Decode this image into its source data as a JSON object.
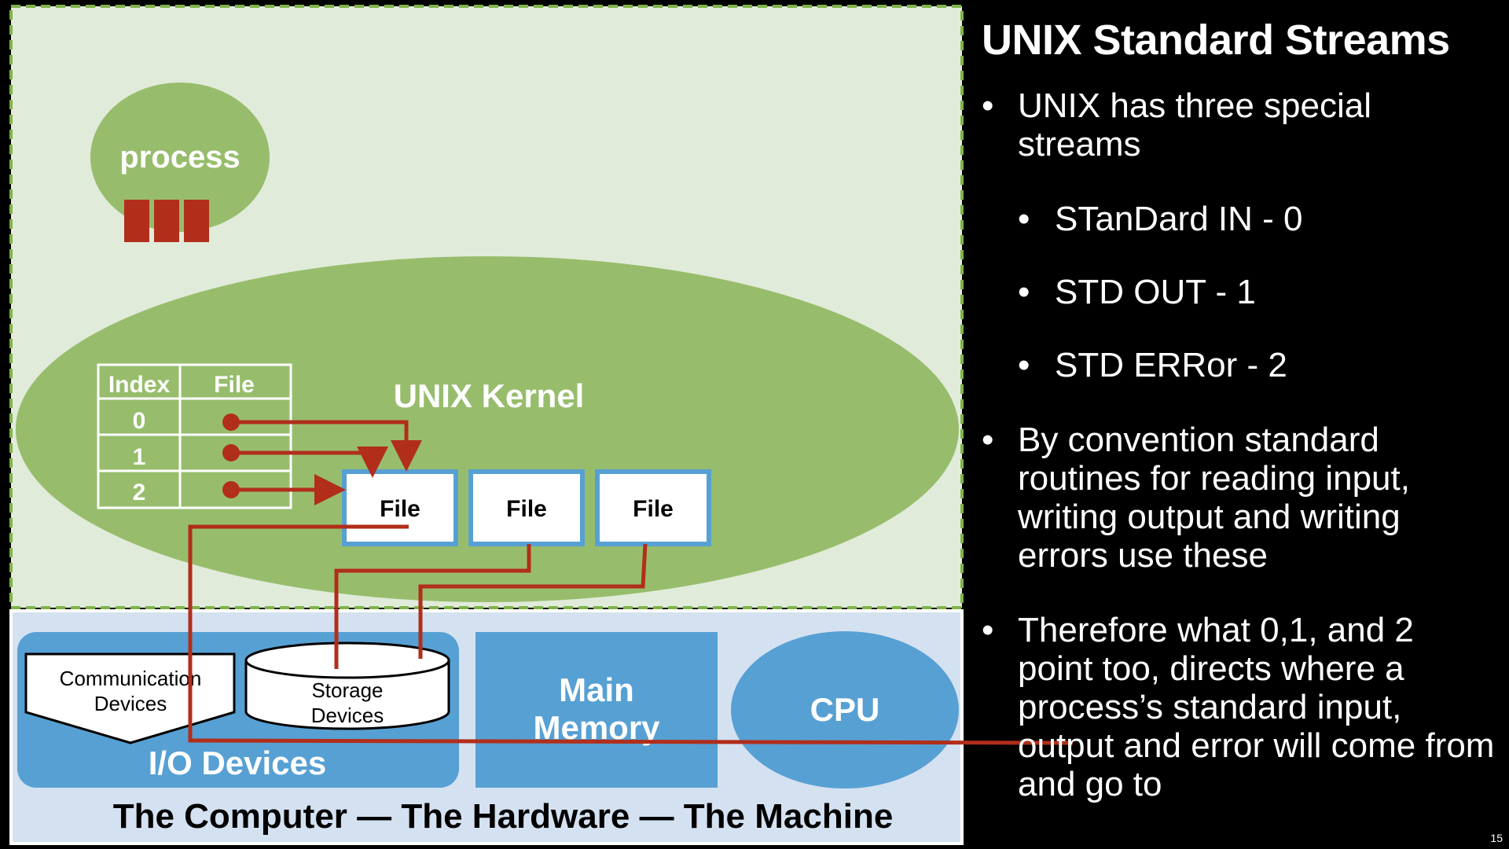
{
  "slide": {
    "title": "UNIX Standard Streams",
    "page_number": "15"
  },
  "diagram": {
    "process_label": "process",
    "kernel_label": "UNIX Kernel",
    "fd_table": {
      "headers": [
        "Index",
        "File"
      ],
      "rows": [
        "0",
        "1",
        "2"
      ]
    },
    "files": [
      "File",
      "File",
      "File"
    ],
    "hardware": {
      "caption": "The Computer — The Hardware — The Machine",
      "io_label": "I/O Devices",
      "comm_line1": "Communication",
      "comm_line2": "Devices",
      "storage_line1": "Storage",
      "storage_line2": "Devices",
      "memory_line1": "Main",
      "memory_line2": "Memory",
      "cpu_label": "CPU"
    },
    "colors": {
      "process_area": "#e1ebda",
      "kernel": "#97bd6c",
      "hardware_area": "#d4e1f1",
      "device_blue": "#57a0d3",
      "arrow_red": "#b12e1b"
    }
  },
  "bullets": [
    {
      "level": 1,
      "text": "UNIX has three special streams"
    },
    {
      "level": 2,
      "text": "STanDard IN - 0"
    },
    {
      "level": 2,
      "text": "STD OUT - 1"
    },
    {
      "level": 2,
      "text": "STD ERRor - 2"
    },
    {
      "level": 1,
      "text": "By convention standard routines for reading input, writing output and writing errors use these"
    },
    {
      "level": 1,
      "text": "Therefore what 0,1, and 2 point too, directs where a process’s standard input, output and error will come from and go to"
    }
  ]
}
